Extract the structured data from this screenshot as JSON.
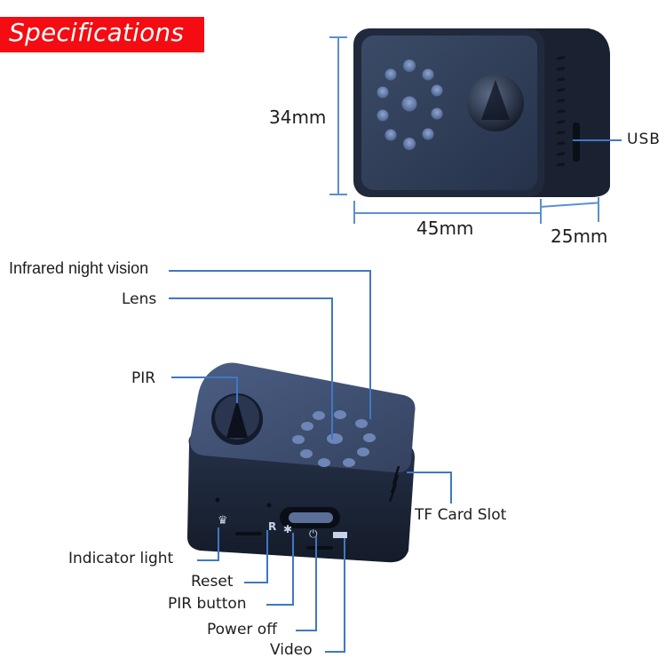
{
  "header": {
    "title": "Specifications"
  },
  "dimensions": {
    "height": "34mm",
    "width": "45mm",
    "depth": "25mm"
  },
  "top_view_labels": {
    "usb": "USB"
  },
  "callouts": {
    "infrared": "Infrared night vision",
    "lens": "Lens",
    "pir": "PIR",
    "tf_card": "TF Card Slot",
    "indicator": "Indicator light",
    "reset": "Reset",
    "pir_button": "PIR button",
    "power_off": "Power off",
    "video": "Video"
  },
  "device_markings": {
    "reset": "R"
  },
  "colors": {
    "banner": "#f40c12",
    "callout_line": "#3f78c4",
    "device_body": "#283246"
  }
}
